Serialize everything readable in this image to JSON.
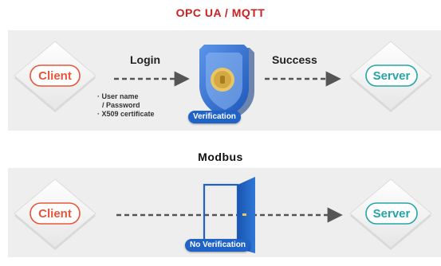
{
  "opc": {
    "title": "OPC UA / MQTT",
    "client_label": "Client",
    "server_label": "Server",
    "login_label": "Login",
    "success_label": "Success",
    "credentials": [
      "· User name",
      "  / Password",
      "· X509 certificate"
    ],
    "verification_label": "Verification"
  },
  "modbus": {
    "title": "Modbus",
    "client_label": "Client",
    "server_label": "Server",
    "no_verification_label": "No Verification"
  },
  "colors": {
    "opc_title": "#cc1f1f",
    "modbus_title": "#111111",
    "client_red": "#e8553a",
    "server_teal": "#25a5a5",
    "band": "#eeeeee",
    "arrow": "#555555",
    "shield_blue": "#2d6fd0",
    "door_blue": "#1f63c6"
  }
}
